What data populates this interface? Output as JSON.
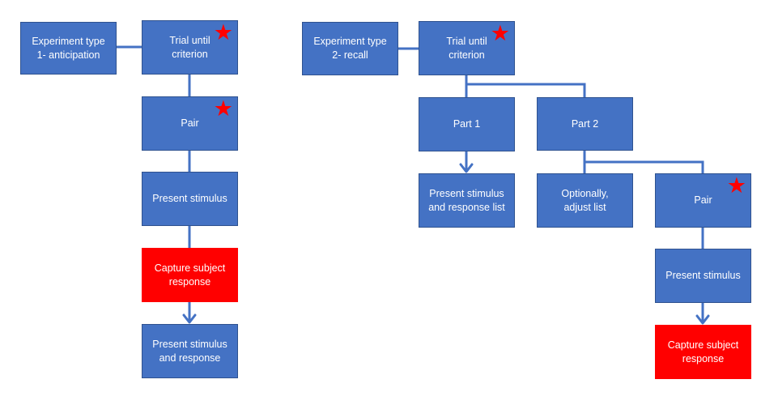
{
  "colors": {
    "box_fill": "#4472c4",
    "box_border": "#2f528f",
    "highlight_fill": "#ff0000",
    "connector": "#4472c4",
    "star": "#ff0000"
  },
  "star_icon": "star-icon",
  "star_glyph": "★",
  "nodes": {
    "exp1": {
      "label": "Experiment type\n1- anticipation"
    },
    "trial1": {
      "label": "Trial until\ncriterion",
      "starred": true
    },
    "pair1": {
      "label": "Pair",
      "starred": true
    },
    "present1": {
      "label": "Present stimulus"
    },
    "capture1": {
      "label": "Capture subject\nresponse",
      "highlight": true
    },
    "presentResp1": {
      "label": "Present stimulus\nand response"
    },
    "exp2": {
      "label": "Experiment type\n2- recall"
    },
    "trial2": {
      "label": "Trial until\ncriterion",
      "starred": true
    },
    "part1": {
      "label": "Part 1"
    },
    "part2": {
      "label": "Part 2"
    },
    "presentList": {
      "label": "Present stimulus\nand response list"
    },
    "adjust": {
      "label": "Optionally,\nadjust list"
    },
    "pair2": {
      "label": "Pair",
      "starred": true
    },
    "present2": {
      "label": "Present stimulus"
    },
    "capture2": {
      "label": "Capture subject\nresponse",
      "highlight": true
    }
  },
  "edges": [
    {
      "from": "exp1",
      "to": "trial1",
      "arrow": false
    },
    {
      "from": "trial1",
      "to": "pair1",
      "arrow": false
    },
    {
      "from": "pair1",
      "to": "present1",
      "arrow": false
    },
    {
      "from": "present1",
      "to": "capture1",
      "arrow": false
    },
    {
      "from": "capture1",
      "to": "presentResp1",
      "arrow": true
    },
    {
      "from": "exp2",
      "to": "trial2",
      "arrow": false
    },
    {
      "from": "trial2",
      "to": "part1",
      "arrow": false
    },
    {
      "from": "trial2",
      "to": "part2",
      "arrow": false
    },
    {
      "from": "part1",
      "to": "presentList",
      "arrow": true
    },
    {
      "from": "part2",
      "to": "adjust",
      "arrow": false
    },
    {
      "from": "part2",
      "to": "pair2",
      "arrow": false
    },
    {
      "from": "pair2",
      "to": "present2",
      "arrow": false
    },
    {
      "from": "present2",
      "to": "capture2",
      "arrow": true
    }
  ]
}
